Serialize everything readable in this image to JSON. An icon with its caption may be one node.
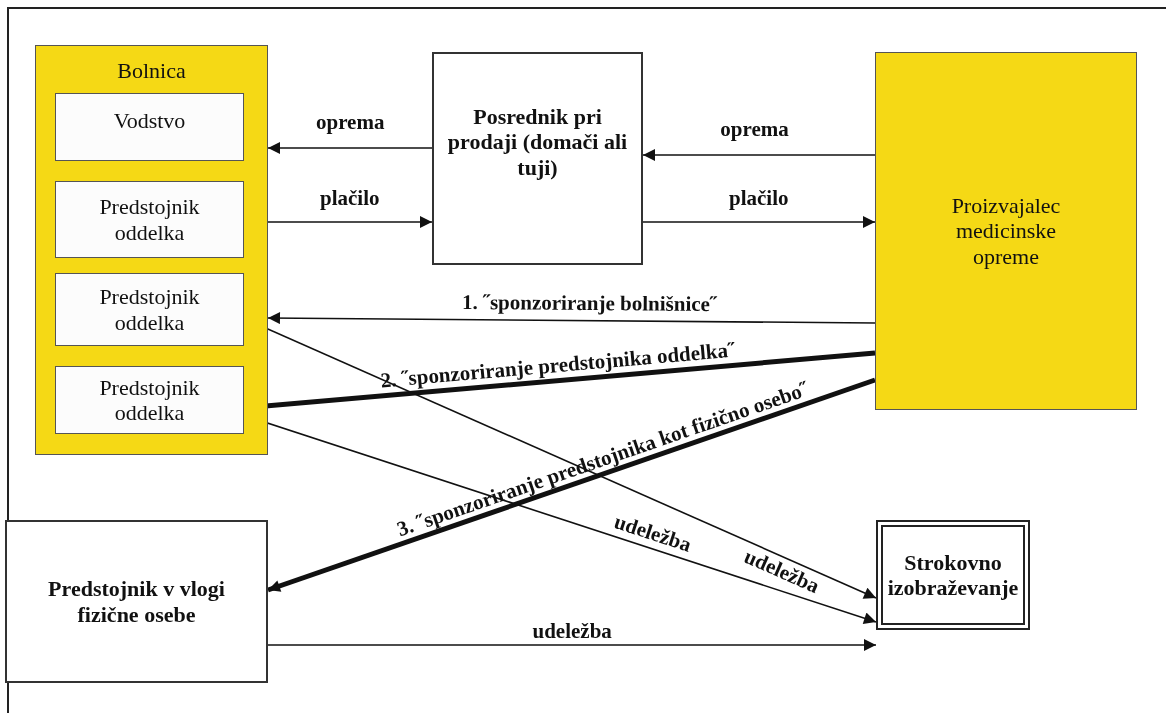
{
  "diagram": {
    "nodes": [
      {
        "text": [
          "Bolnica"
        ]
      },
      {
        "text": [
          "Vodstvo"
        ],
        "in": 0
      },
      {
        "text": [
          "Predstojnik oddelka"
        ],
        "in": 0
      },
      {
        "text": [
          "Predstojnik oddelka"
        ],
        "in": 0
      },
      {
        "text": [
          "Predstojnik oddelka"
        ],
        "in": 0
      },
      {
        "text": [
          "Posrednik pri prodaji (domači ali tuji)"
        ]
      },
      {
        "text": [
          "Proizvajalec medicinske opreme"
        ]
      },
      {
        "text": [
          "Predstojnik v vlogi fizične osebe"
        ]
      },
      {
        "text": [
          "Strokovno izobraževanje"
        ]
      }
    ],
    "edges": [
      {
        "from": 5,
        "to": 0,
        "arrow": "to",
        "label": "oprema"
      },
      {
        "from": 0,
        "to": 5,
        "arrow": "to",
        "label": "plačilo"
      },
      {
        "from": 6,
        "to": 5,
        "arrow": "to",
        "label": "oprema"
      },
      {
        "from": 5,
        "to": 6,
        "arrow": "to",
        "label": "plačilo"
      },
      {
        "from": 6,
        "to": 0,
        "arrow": "to",
        "label": "1. ˝sponzoriranje bolnišnice˝"
      },
      {
        "from": 6,
        "to": 4,
        "arrow": "to",
        "label": "2. ˝sponzoriranje predstojnika oddelka˝",
        "style": "thick"
      },
      {
        "from": 6,
        "to": 7,
        "arrow": "to",
        "label": "3. ˝sponzoriranje predstojnika kot fizično osebo˝",
        "style": "thick"
      },
      {
        "from": 3,
        "to": 8,
        "arrow": "to",
        "label": "udeležba"
      },
      {
        "from": 4,
        "to": 8,
        "arrow": "to",
        "label": "udeležba"
      },
      {
        "from": 7,
        "to": 8,
        "arrow": "to",
        "label": "udeležba"
      }
    ]
  }
}
